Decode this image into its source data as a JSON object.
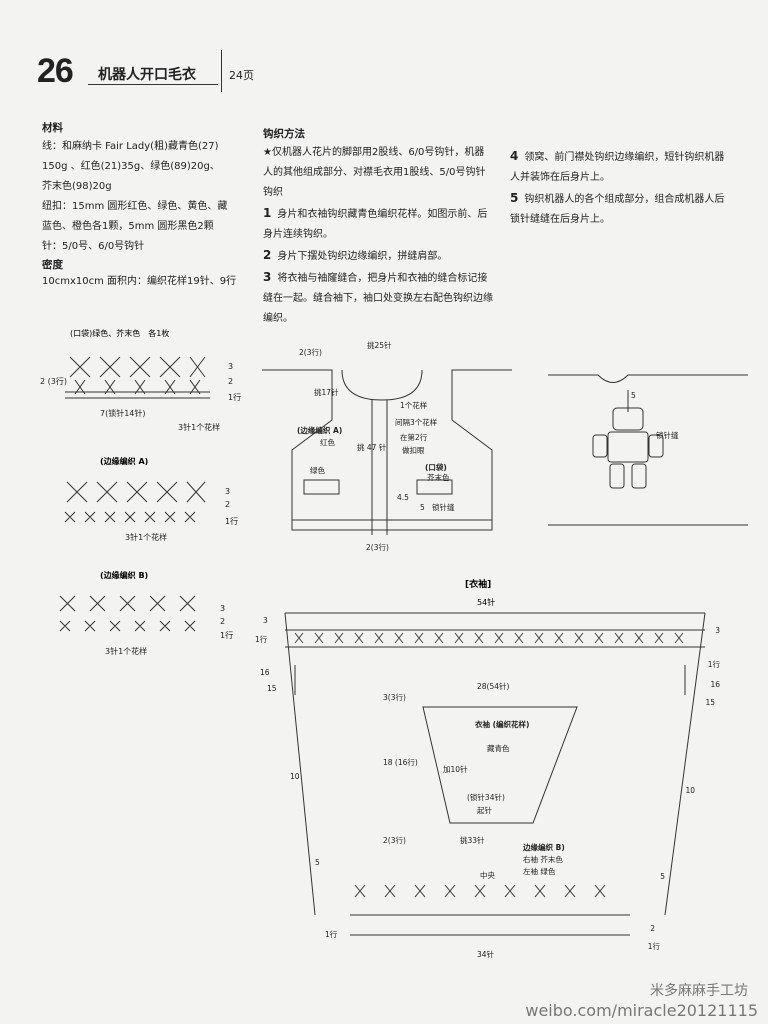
{
  "header": {
    "number": "26",
    "title": "机器人开口毛衣",
    "page_ref": "24页"
  },
  "materials": {
    "heading": "材料",
    "lines": [
      "线：和麻纳卡 Fair Lady(粗)藏青色(27)",
      "150g 、红色(21)35g、绿色(89)20g、",
      "芥末色(98)20g",
      "纽扣：15mm 圆形红色、绿色、黄色、藏",
      "蓝色、橙色各1颗，5mm 圆形黑色2颗",
      "针：5/0号、6/0号钩针"
    ],
    "density_heading": "密度",
    "density_text": "10cmx10cm 面积内：编织花样19针、9行"
  },
  "method": {
    "heading": "钩织方法",
    "intro": "★仅机器人花片的脚部用2股线、6/0号钩针，机器人的其他组成部分、对襟毛衣用1股线、5/0号钩针钩织",
    "steps": [
      {
        "n": "1",
        "text": "身片和衣袖钩织藏青色编织花样。如图示前、后身片连续钩织。"
      },
      {
        "n": "2",
        "text": "身片下摆处钩织边缘编织，拼缝肩部。"
      },
      {
        "n": "3",
        "text": "将衣袖与袖窿缝合，把身片和衣袖的缝合标记接缝在一起。缝合袖下，袖口处变换左右配色钩织边缘编织。"
      },
      {
        "n": "4",
        "text": "领窝、前门襟处钩织边缘编织，短针钩织机器人并装饰在后身片上。"
      },
      {
        "n": "5",
        "text": "钩织机器人的各个组成部分，组合成机器人后锁针缝缝在后身片上。"
      }
    ]
  },
  "pocket_chart": {
    "title": "(口袋)绿色、芥末色　各1枚",
    "row_labels": [
      "3",
      "2",
      "1行"
    ],
    "side_label": "2\n(3行)",
    "base": "7(锁针14针)",
    "repeat": "3针1个花样"
  },
  "edge_a_chart": {
    "title": "(边缘编织 A)",
    "row_labels": [
      "3",
      "2",
      "1行"
    ],
    "repeat": "3针1个花样"
  },
  "edge_b_chart": {
    "title": "(边缘编织 B)",
    "row_labels": [
      "3",
      "2",
      "1行"
    ],
    "repeat": "3针1个花样"
  },
  "body_diagram": {
    "top": "2(3行)",
    "neck": "挑25针",
    "sides": "挑17针",
    "motif": "1个花样",
    "gap": "间隔3个花样",
    "row2": "在第2行",
    "buttonhole": "做扣眼",
    "edge_a": "(边缘编织 A)",
    "red": "红色",
    "pick47": "挑\n47\n针",
    "green": "绿色",
    "pocket": "(口袋)",
    "mustard": "芥末色",
    "measure45": "4.5",
    "measure5": "5",
    "seam": "锁针缝",
    "bottom": "2(3行)"
  },
  "robot": {
    "measure": "5",
    "seam": "锁针缝"
  },
  "sleeve": {
    "title": "[衣袖]",
    "top_count": "54针",
    "bottom_count": "34针",
    "inner_title": "衣袖\n(编织花样)",
    "inner_color": "藏青色",
    "width": "28(54针)",
    "top_rows": "3(3行)",
    "height": "18\n(16行)",
    "inc": "加10针",
    "chain": "(锁针34针)",
    "start": "起针",
    "bot_rows": "2(3行)",
    "pick": "挑33针",
    "edge_b": "边缘编织 B)",
    "right": "右袖 芥末色",
    "left": "左袖 绿色",
    "center": "中央",
    "left_rows": [
      "3",
      "1行",
      "16",
      "15",
      "10",
      "5",
      "1行"
    ],
    "right_rows": [
      "3",
      "1行",
      "16",
      "15",
      "10",
      "5",
      "2",
      "1行"
    ]
  },
  "watermark": {
    "brand": "米多麻麻手工坊",
    "url": "weibo.com/miracle20121115"
  }
}
